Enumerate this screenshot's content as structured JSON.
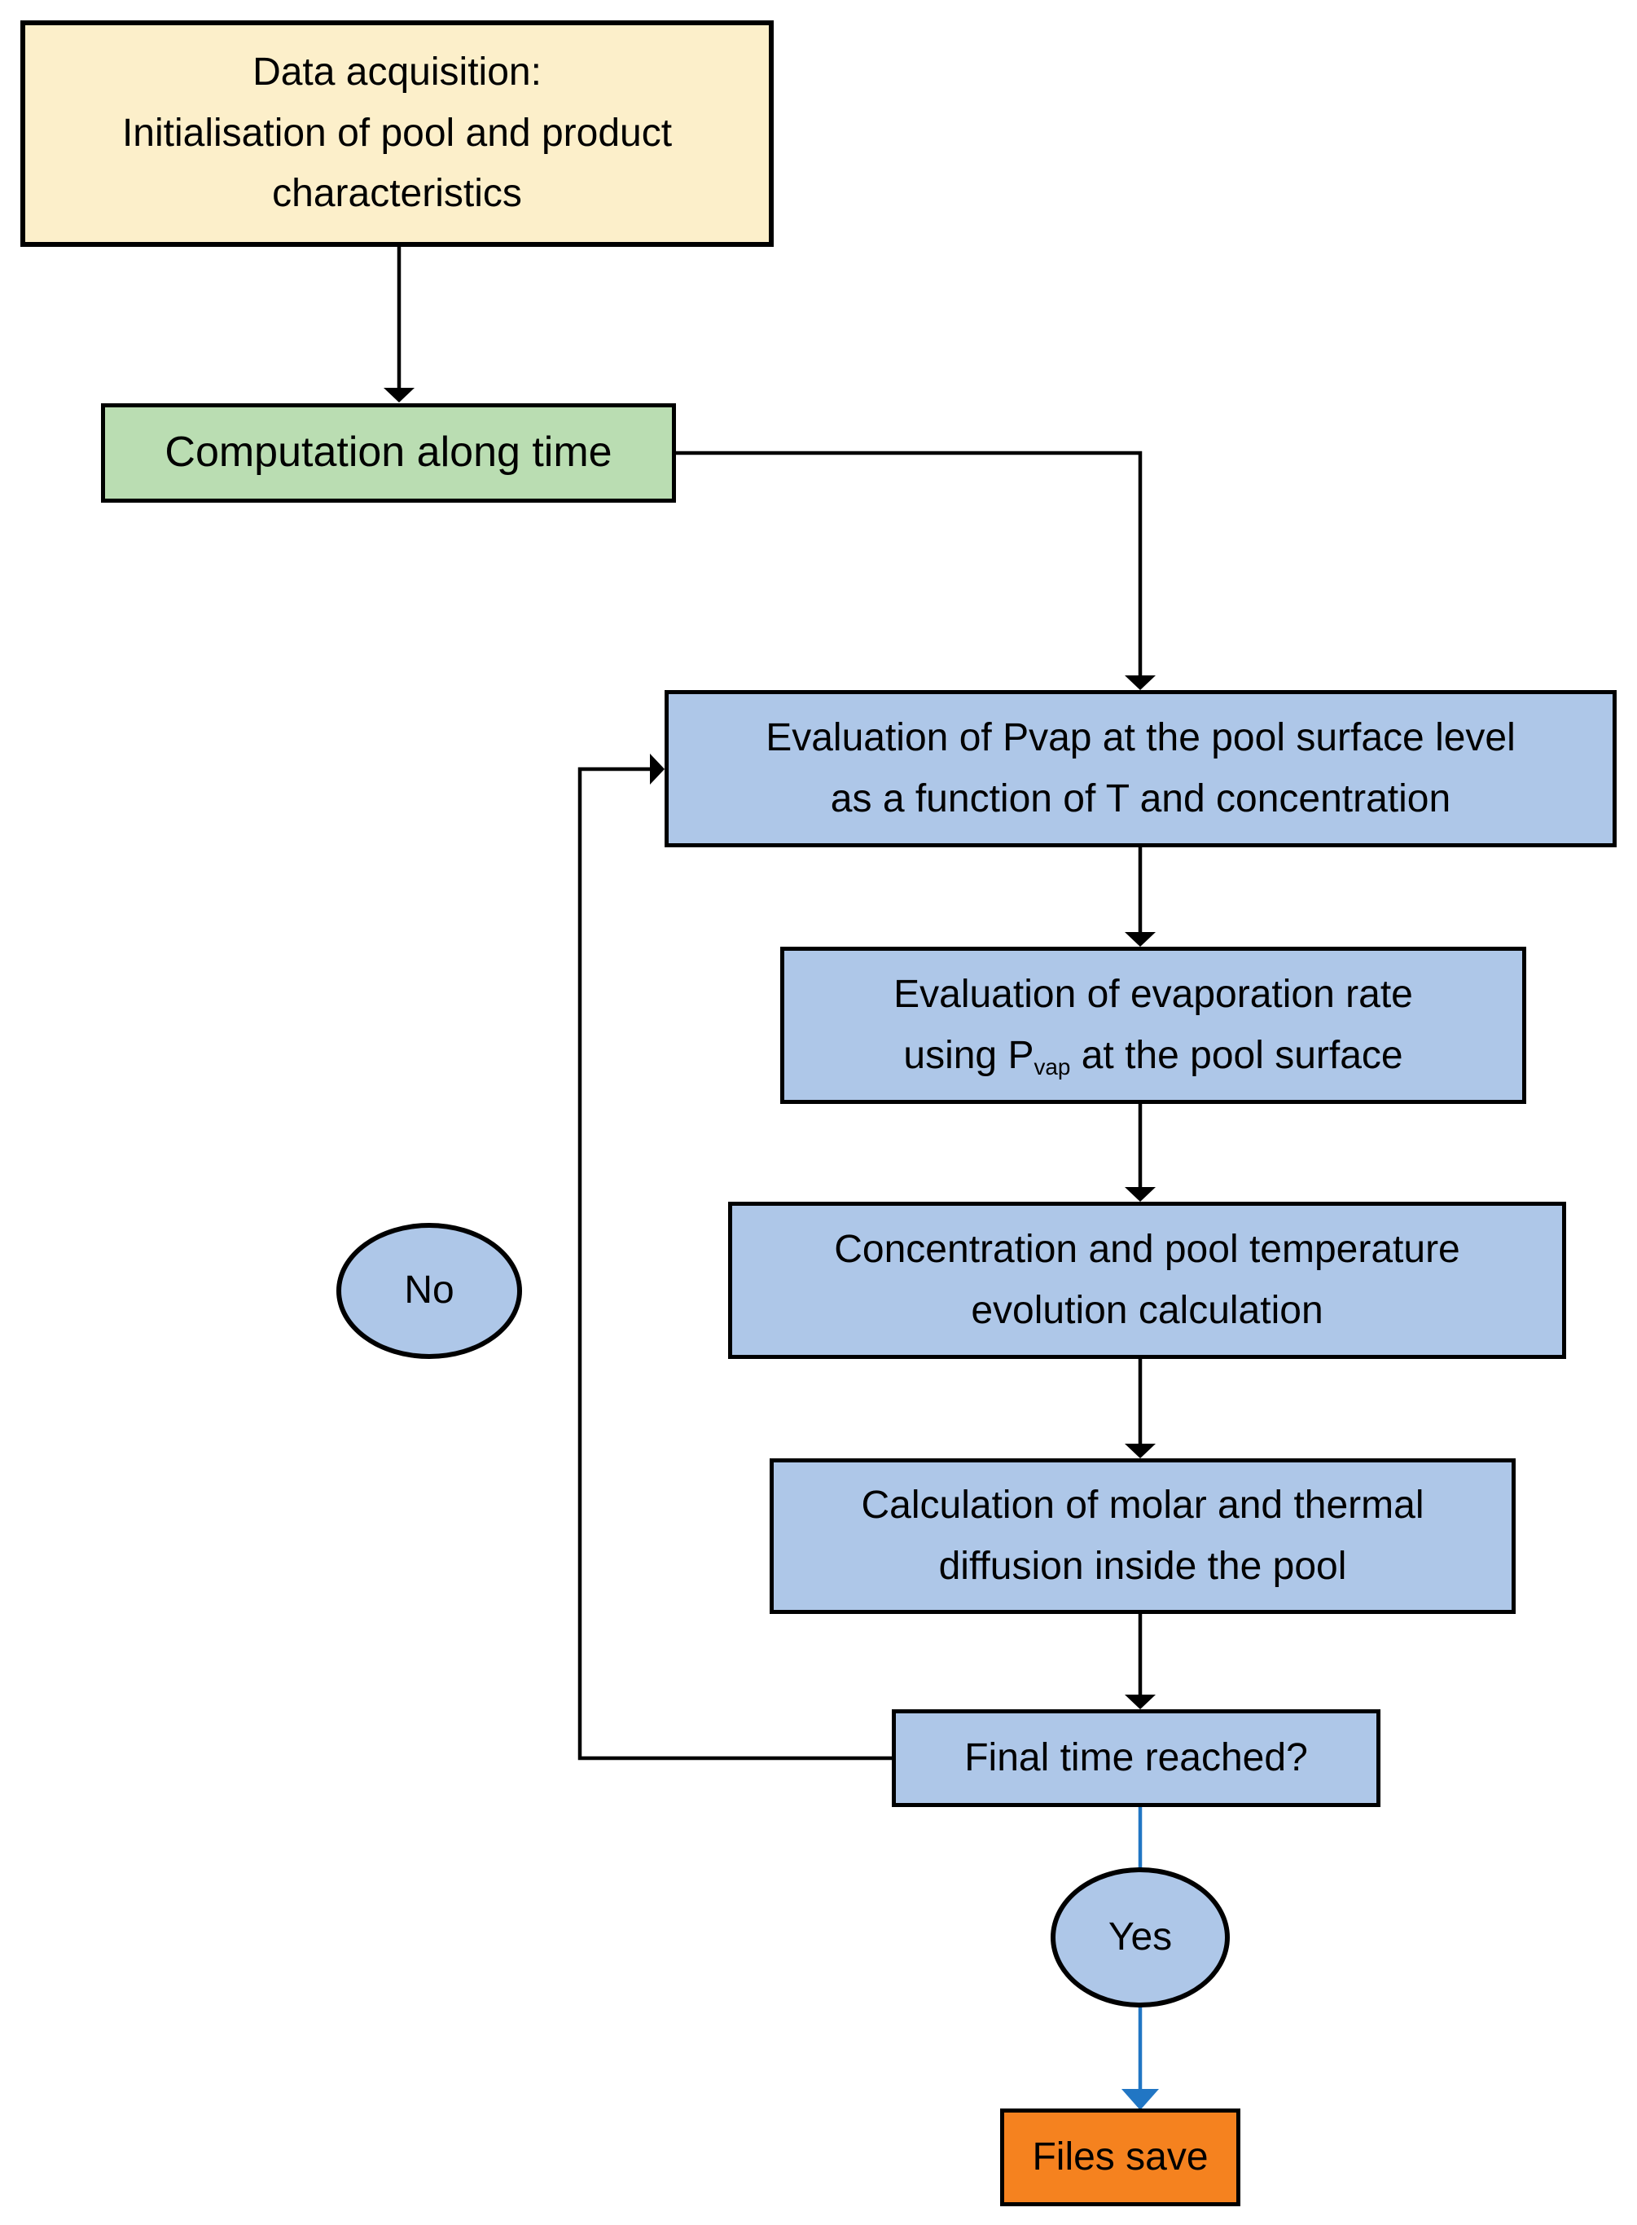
{
  "nodes": {
    "data_acquisition": {
      "lines": [
        "Data acquisition:",
        "Initialisation of pool and product",
        "characteristics"
      ]
    },
    "computation": {
      "label": "Computation along time"
    },
    "pvap_evaluation": {
      "lines": [
        "Evaluation of Pvap at the pool surface level",
        "as a function of T and concentration"
      ]
    },
    "evaporation_rate": {
      "line1": "Evaluation of evaporation rate",
      "line2_prefix": "using P",
      "line2_subscript": "vap",
      "line2_suffix": " at the pool surface"
    },
    "concentration_evolution": {
      "lines": [
        "Concentration and pool temperature",
        "evolution calculation"
      ]
    },
    "diffusion_calculation": {
      "lines": [
        "Calculation of molar and thermal",
        "diffusion inside the pool"
      ]
    },
    "final_time_check": {
      "label": "Final time reached?"
    },
    "no_branch": {
      "label": "No"
    },
    "yes_branch": {
      "label": "Yes"
    },
    "files_save": {
      "label": "Files save"
    }
  },
  "colors": {
    "background": "#FFFFFF",
    "yellow_fill": "#FCEFCA",
    "green_fill": "#BADDB2",
    "blue_fill": "#AEC7E8",
    "orange_fill": "#F5821F",
    "border_black": "#000000",
    "arrow_black": "#000000",
    "arrow_blue": "#2176C4"
  }
}
